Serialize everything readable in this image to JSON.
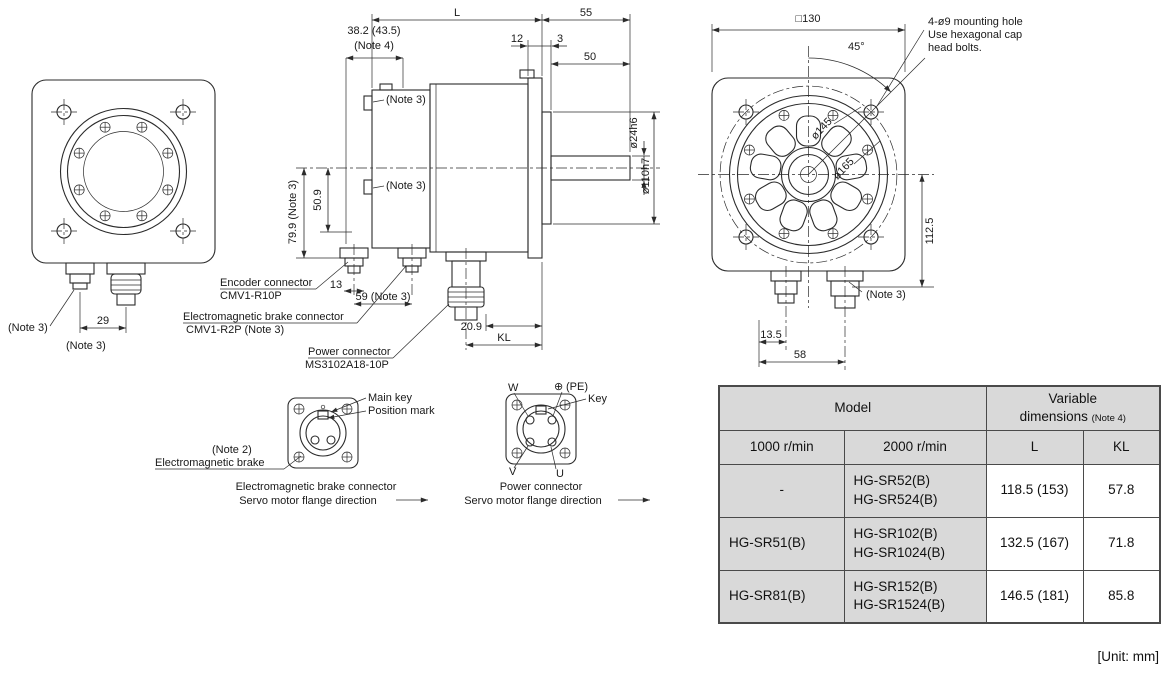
{
  "unit_note": "[Unit: mm]",
  "rear_view": {
    "note3_left": "(Note 3)",
    "dim_29": "29",
    "note3_bottom": "(Note 3)"
  },
  "side_view": {
    "dim_L": "L",
    "dim_55": "55",
    "dim_12": "12",
    "dim_3": "3",
    "dim_50": "50",
    "dim_38_2": "38.2 (43.5)",
    "note4": "(Note 4)",
    "note3_top": "(Note 3)",
    "note3_mid": "(Note 3)",
    "dim_79_9": "79.9 (Note 3)",
    "dim_50_9": "50.9",
    "dim_13": "13",
    "dim_59": "59 (Note 3)",
    "dim_shaft": "ø24h6",
    "dim_spigot": "ø110h7",
    "dim_20_9": "20.9",
    "dim_KL": "KL",
    "encoder_label": "Encoder connector",
    "encoder_model": "CMV1-R10P",
    "brake_label": "Electromagnetic brake connector",
    "brake_model": "CMV1-R2P (Note 3)",
    "power_label": "Power connector",
    "power_model": "MS3102A18-10P"
  },
  "front_view": {
    "dim_square": "□130",
    "dim_45": "45°",
    "mount_note_1": "4-ø9 mounting hole",
    "mount_note_2": "Use hexagonal cap",
    "mount_note_3": "head bolts.",
    "dim_145": "ø145",
    "dim_165": "ø165",
    "dim_112_5": "112.5",
    "note3": "(Note 3)",
    "dim_13_5": "13.5",
    "dim_58": "58"
  },
  "brake_detail": {
    "main_key": "Main key",
    "position_mark": "Position mark",
    "note2": "(Note 2)",
    "brake_label": "Electromagnetic brake",
    "caption_1": "Electromagnetic brake connector",
    "caption_2": "Servo motor flange direction"
  },
  "power_detail": {
    "pin_w": "W",
    "pe_symbol": "⊕",
    "pin_pe": "(PE)",
    "key": "Key",
    "pin_v": "V",
    "pin_u": "U",
    "caption_1": "Power connector",
    "caption_2": "Servo motor flange direction"
  },
  "table": {
    "header_model": "Model",
    "header_var_1": "Variable",
    "header_var_2": "dimensions",
    "header_var_note": "(Note 4)",
    "col_1000": "1000 r/min",
    "col_2000": "2000 r/min",
    "col_l": "L",
    "col_kl": "KL",
    "rows": [
      {
        "model_1000": "-",
        "model_2000_a": "HG-SR52(B)",
        "model_2000_b": "HG-SR524(B)",
        "dim_l": "118.5 (153)",
        "dim_kl": "57.8"
      },
      {
        "model_1000": "HG-SR51(B)",
        "model_2000_a": "HG-SR102(B)",
        "model_2000_b": "HG-SR1024(B)",
        "dim_l": "132.5 (167)",
        "dim_kl": "71.8"
      },
      {
        "model_1000": "HG-SR81(B)",
        "model_2000_a": "HG-SR152(B)",
        "model_2000_b": "HG-SR1524(B)",
        "dim_l": "146.5 (181)",
        "dim_kl": "85.8"
      }
    ]
  }
}
